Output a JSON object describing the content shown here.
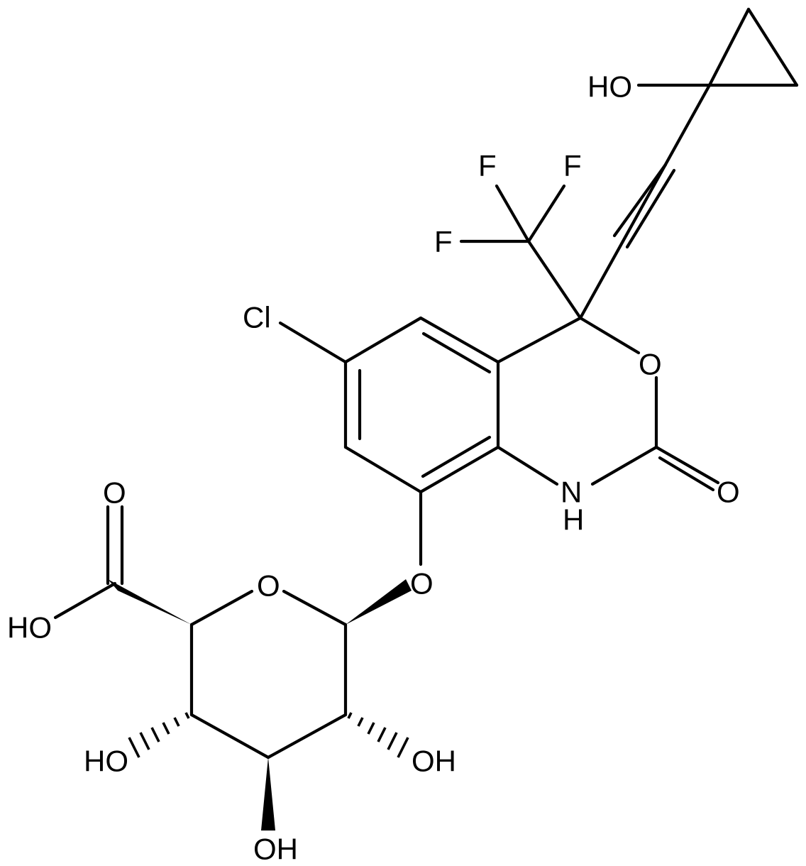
{
  "colors": {
    "bond": "#000000",
    "label": "#000000",
    "background": "#ffffff"
  },
  "atoms": {
    "cl": "Cl",
    "f_1": "F",
    "f_2": "F",
    "f_3": "F",
    "oh_cyclopropyl": "HO",
    "o_ring_oxazine": "O",
    "o_carbonyl": "O",
    "n_h": "N",
    "h_on_n": "H",
    "o_ether": "O",
    "o_pyranose": "O",
    "o_acid_carbonyl": "O",
    "oh_acid": "HO",
    "oh_left": "HO",
    "oh_right": "OH",
    "oh_bottom": "OH"
  }
}
